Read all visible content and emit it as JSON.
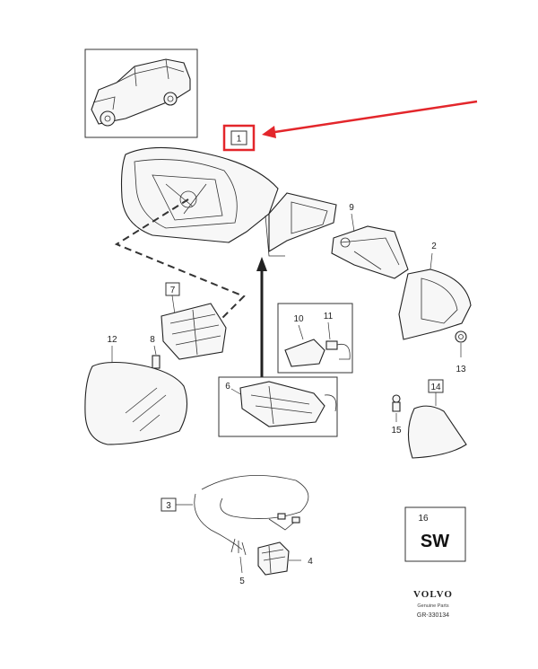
{
  "callouts": {
    "c1": "1",
    "c2": "2",
    "c3": "3",
    "c4": "4",
    "c5": "5",
    "c6": "6",
    "c7": "7",
    "c8": "8",
    "c9": "9",
    "c10": "10",
    "c11": "11",
    "c12": "12",
    "c13": "13",
    "c14": "14",
    "c15": "15",
    "c16": "16"
  },
  "sw_label": "SW",
  "brand": {
    "logo": "VOLVO",
    "subtitle": "Genuine Parts",
    "code": "GR-330134"
  },
  "colors": {
    "highlight": "#e3262b",
    "line": "#222222"
  }
}
